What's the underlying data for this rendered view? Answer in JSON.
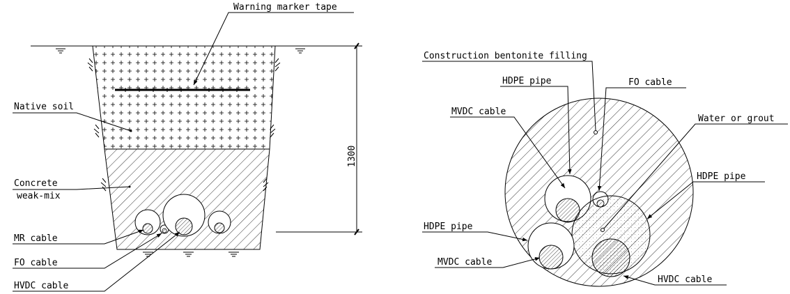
{
  "trench": {
    "labels": {
      "warning_tape": "Warning marker tape",
      "native_soil": "Native soil",
      "concrete_line1": "Concrete",
      "concrete_line2": "weak-mix",
      "mr_cable": "MR cable",
      "fo_cable": "FO cable",
      "hvdc_cable": "HVDC cable"
    },
    "depth_dimension": "1300"
  },
  "borehole": {
    "labels": {
      "bentonite": "Construction bentonite filling",
      "hdpe_pipe_top": "HDPE pipe",
      "fo_cable": "FO cable",
      "mvdc_cable_top": "MVDC cable",
      "water_grout": "Water or grout",
      "hdpe_pipe_right": "HDPE pipe",
      "hdpe_pipe_left": "HDPE pipe",
      "mvdc_cable_bottom": "MVDC cable",
      "hvdc_cable": "HVDC cable"
    }
  }
}
